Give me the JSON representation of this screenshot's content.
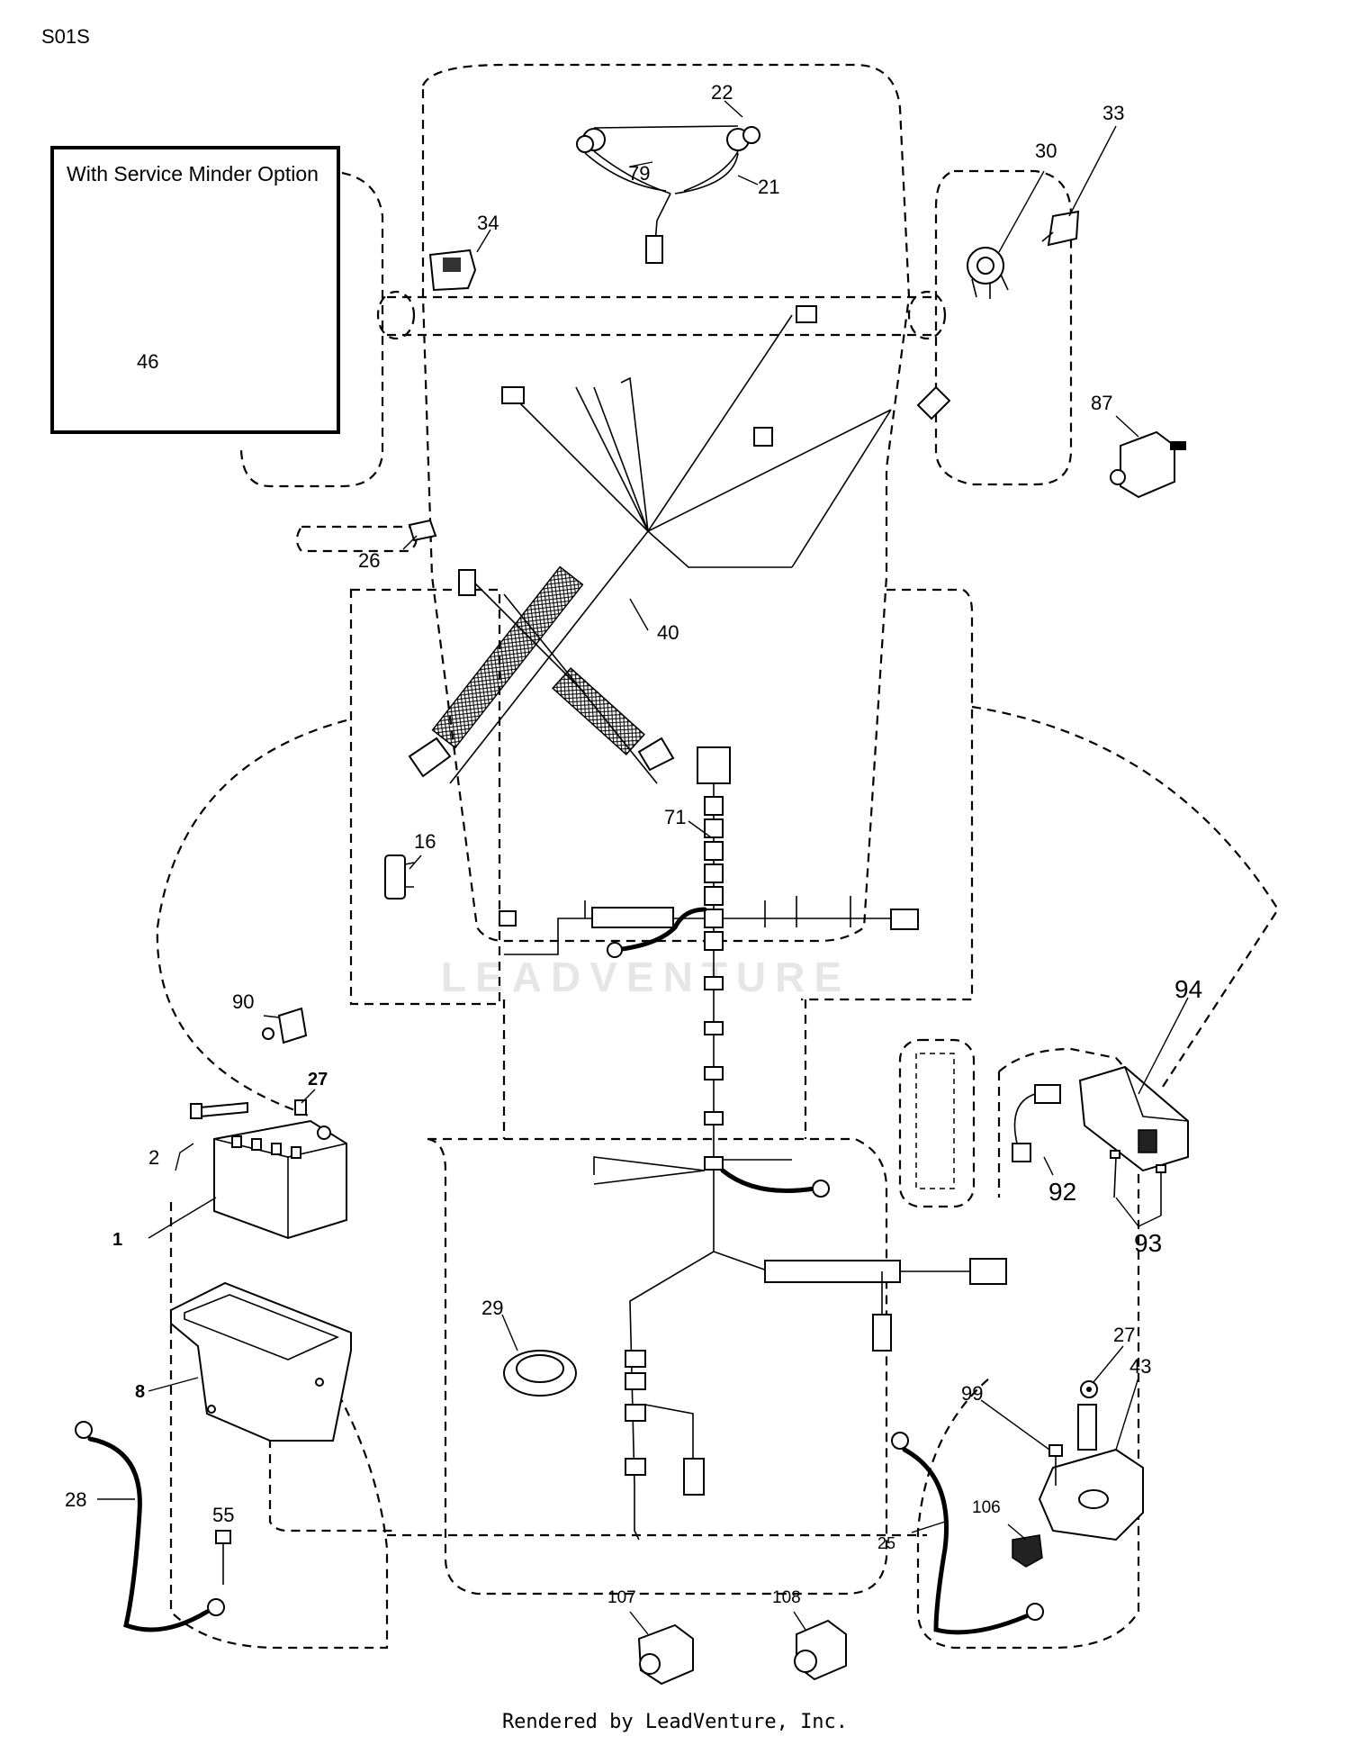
{
  "page_code": "S01S",
  "inset": {
    "title": "With Service Minder Option"
  },
  "watermark": "LEADVENTURE",
  "footer": "Rendered by LeadVenture, Inc.",
  "callouts": {
    "p1": "1",
    "p2": "2",
    "p8": "8",
    "p16": "16",
    "p21": "21",
    "p22": "22",
    "p25": "25",
    "p26": "26",
    "p27a": "27",
    "p27b": "27",
    "p28": "28",
    "p29": "29",
    "p30": "30",
    "p33": "33",
    "p34": "34",
    "p40": "40",
    "p43": "43",
    "p46": "46",
    "p55": "55",
    "p71": "71",
    "p79": "79",
    "p87": "87",
    "p90": "90",
    "p92": "92",
    "p93": "93",
    "p94": "94",
    "p99": "99",
    "p106": "106",
    "p107": "107",
    "p108": "108"
  }
}
